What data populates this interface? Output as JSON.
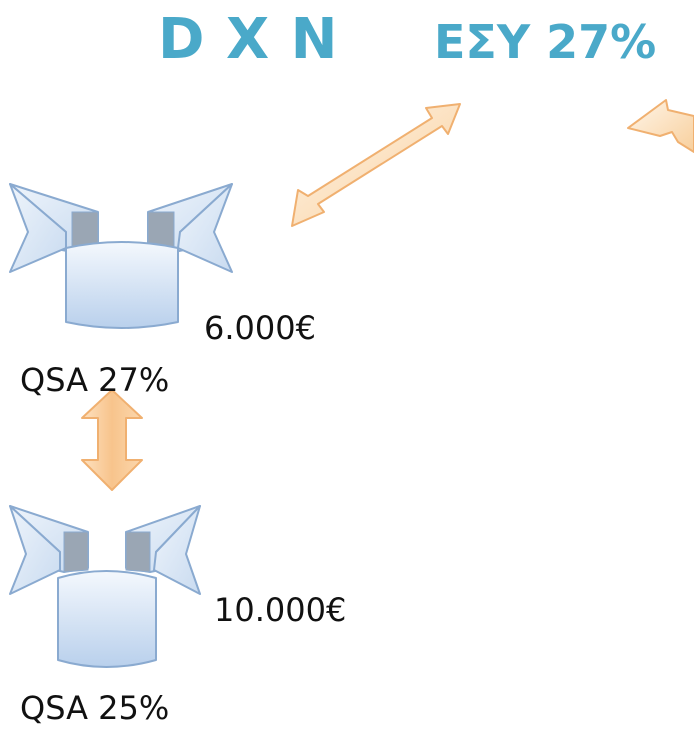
{
  "header": {
    "title": "D X N",
    "subtitle": "ΕΣΥ 27%"
  },
  "tiers": [
    {
      "amount": "6.000€",
      "label": "QSA 27%"
    },
    {
      "amount": "10.000€",
      "label": "QSA 25%"
    }
  ],
  "colors": {
    "title": "#4aa9c9",
    "banner_fill": "#dce8f6",
    "banner_stroke": "#8aaad0",
    "arrow_fill": "#fde3c2",
    "arrow_stroke": "#f0b070"
  }
}
